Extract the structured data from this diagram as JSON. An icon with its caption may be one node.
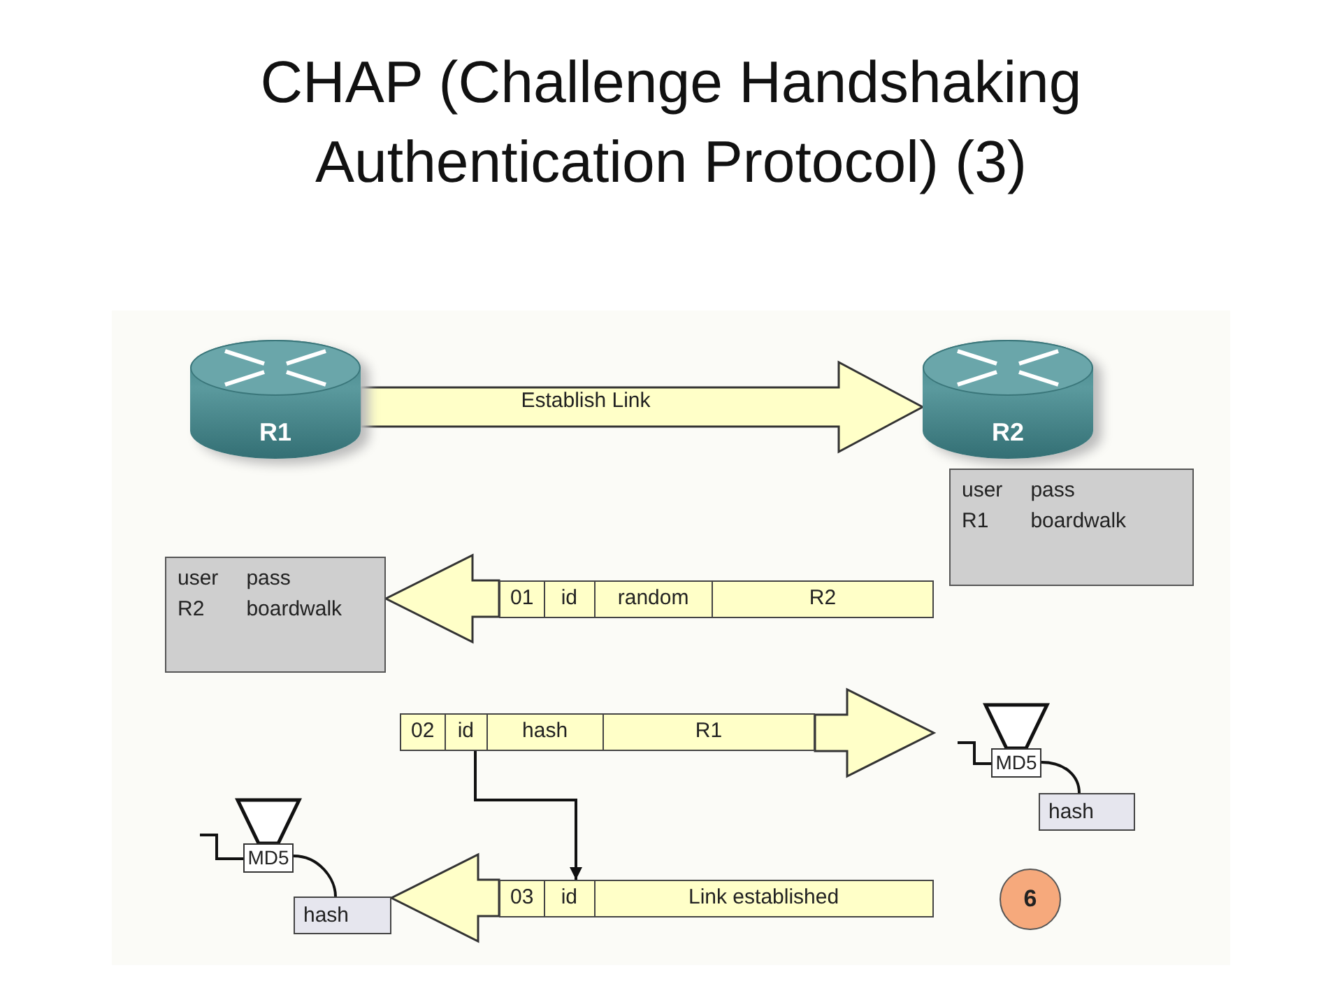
{
  "diagram": {
    "title": "CHAP (Challenge Handshaking Authentication Protocol) (3)",
    "nodes": [
      {
        "text": [
          "R1"
        ]
      },
      {
        "text": [
          "R2"
        ]
      },
      {
        "text": [
          "user",
          "pass",
          "R1",
          "boardwalk"
        ]
      },
      {
        "text": [
          "user",
          "pass",
          "R2",
          "boardwalk"
        ]
      },
      {
        "text": [
          "01",
          "id",
          "random",
          "R2"
        ]
      },
      {
        "text": [
          "02",
          "id",
          "hash",
          "R1"
        ]
      },
      {
        "text": [
          "03",
          "id",
          "Link established"
        ]
      },
      {
        "text": [
          "MD5"
        ]
      },
      {
        "text": [
          "hash"
        ]
      },
      {
        "text": [
          "MD5"
        ]
      },
      {
        "text": [
          "hash"
        ]
      },
      {
        "text": [
          "6"
        ]
      }
    ],
    "edges": [
      {
        "from": 0,
        "to": 1,
        "arrow": "to",
        "label": "Establish Link",
        "style": "thick",
        "color": "#ffffc8"
      },
      {
        "from": 4,
        "to": 3,
        "arrow": "to",
        "style": "thick",
        "color": "#ffffc8"
      },
      {
        "from": 5,
        "to": null,
        "arrow": "to",
        "style": "thick",
        "color": "#ffffc8"
      },
      {
        "from": 6,
        "to": 10,
        "arrow": "to",
        "style": "thick",
        "color": "#ffffc8"
      },
      {
        "from": 5,
        "to": 6,
        "arrow": "to"
      },
      {
        "from": 7,
        "to": 8,
        "arrow": "none"
      },
      {
        "from": null,
        "to": 7,
        "arrow": "none"
      },
      {
        "from": 9,
        "to": 10,
        "arrow": "none"
      },
      {
        "from": null,
        "to": 9,
        "arrow": "none"
      }
    ]
  }
}
